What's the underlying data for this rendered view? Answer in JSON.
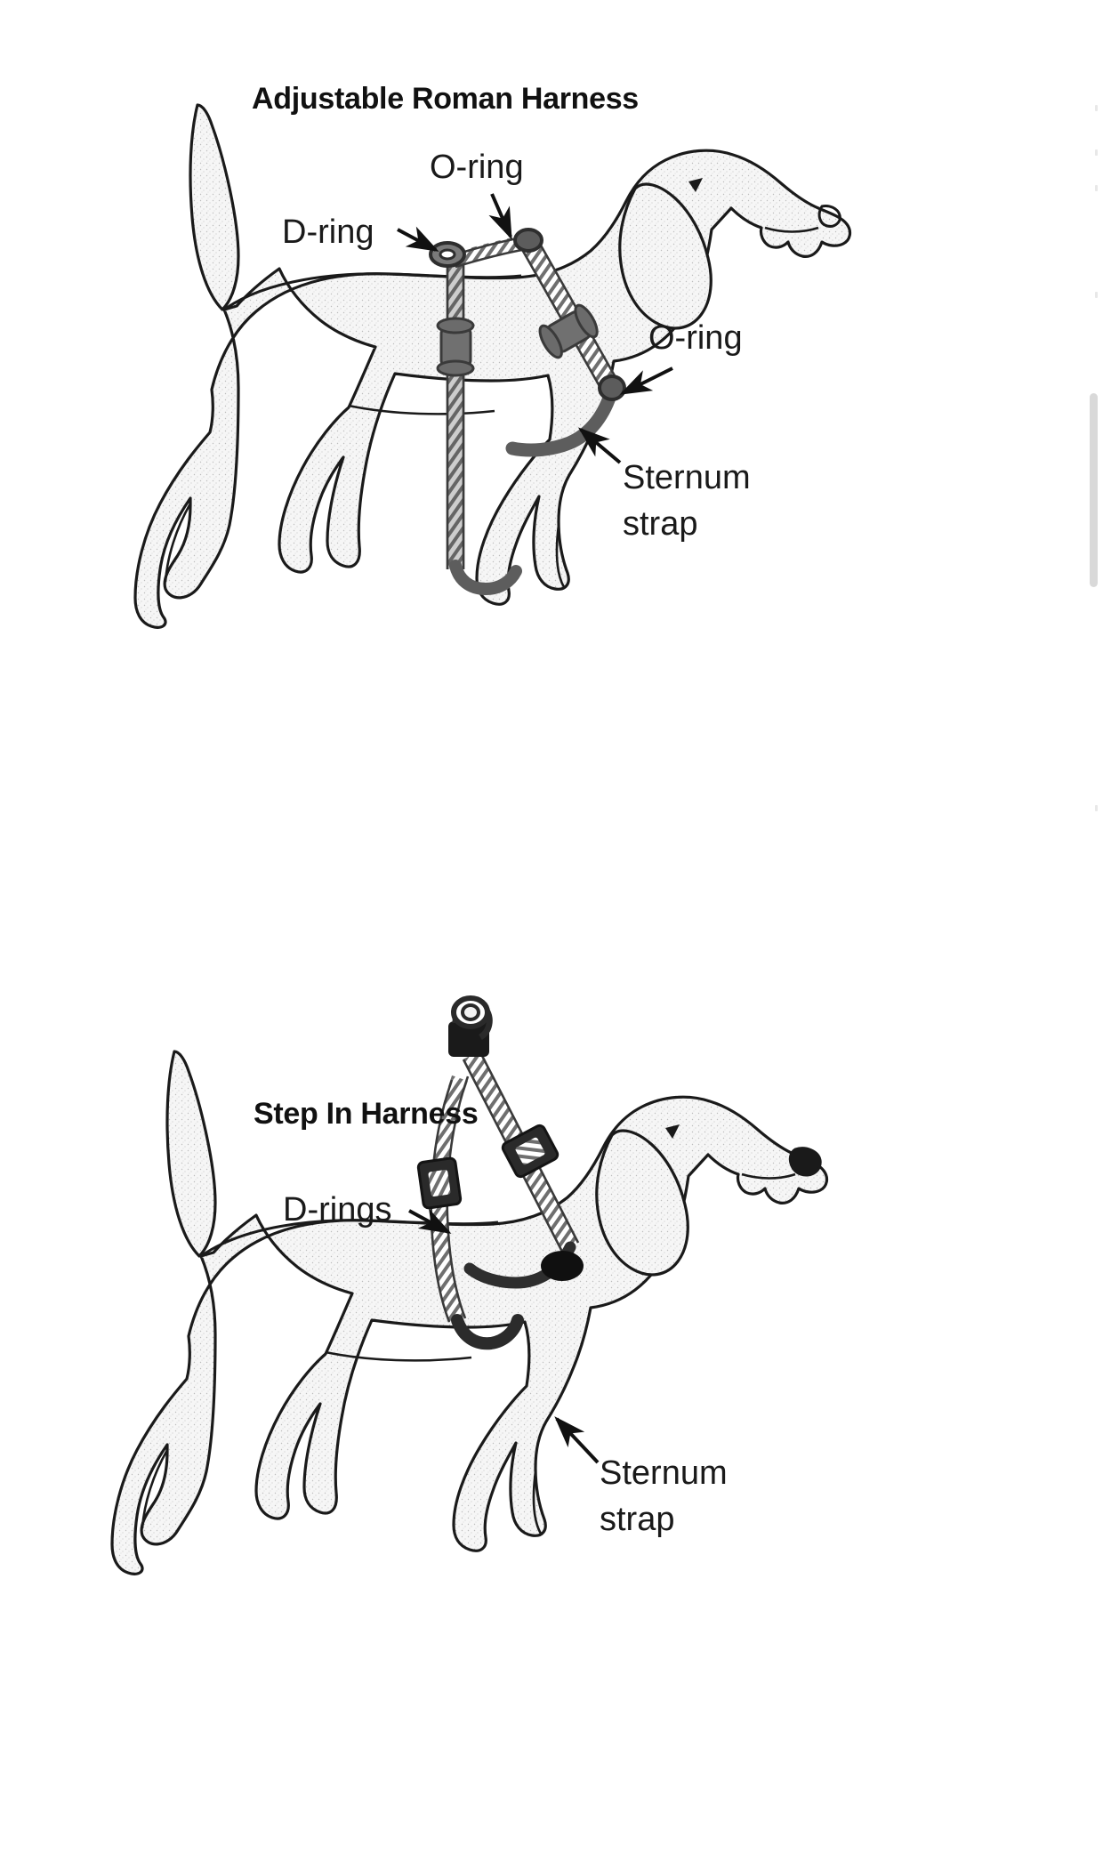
{
  "document": {
    "kind": "instructional-diagram",
    "subject": "Dog harness types comparison",
    "background_color": "#ffffff",
    "ink_color": "#1a1a1a",
    "fill_color": "#f4f4f4",
    "strap_color": "#6e6e6e"
  },
  "diagrams": [
    {
      "id": "adjustable-roman-harness",
      "title": "Adjustable Roman Harness",
      "labels": [
        {
          "id": "o-ring-top",
          "text": "O-ring"
        },
        {
          "id": "d-ring",
          "text": "D-ring"
        },
        {
          "id": "o-ring-chest",
          "text": "O-ring"
        },
        {
          "id": "sternum-strap-line1",
          "text": "Sternum"
        },
        {
          "id": "sternum-strap-line2",
          "text": "strap"
        }
      ]
    },
    {
      "id": "step-in-harness",
      "title": "Step In Harness",
      "labels": [
        {
          "id": "d-rings",
          "text": "D-rings"
        },
        {
          "id": "sternum-strap-line1",
          "text": "Sternum"
        },
        {
          "id": "sternum-strap-line2",
          "text": "strap"
        }
      ]
    }
  ],
  "scrollbar": {
    "visible": true,
    "orientation": "vertical",
    "thumb_color": "#d9d9d9"
  }
}
